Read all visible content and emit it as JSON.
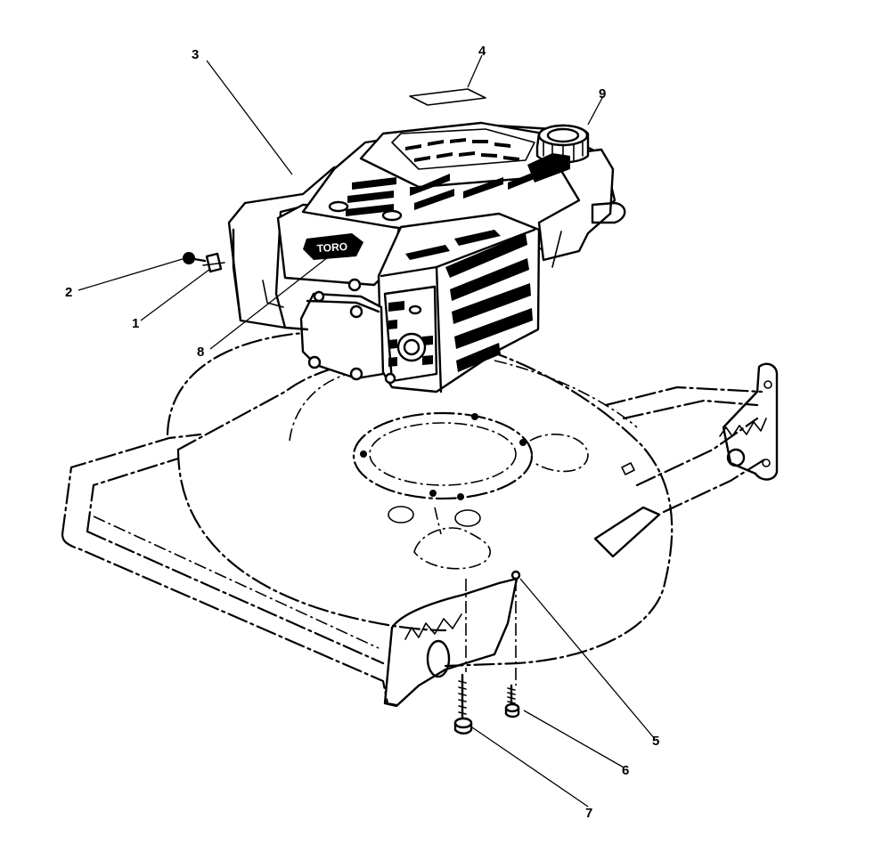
{
  "callouts": [
    {
      "number": "1"
    },
    {
      "number": "2"
    },
    {
      "number": "3"
    },
    {
      "number": "4"
    },
    {
      "number": "5"
    },
    {
      "number": "6"
    },
    {
      "number": "7"
    },
    {
      "number": "8"
    },
    {
      "number": "9"
    }
  ],
  "engine_badge": "TORO"
}
